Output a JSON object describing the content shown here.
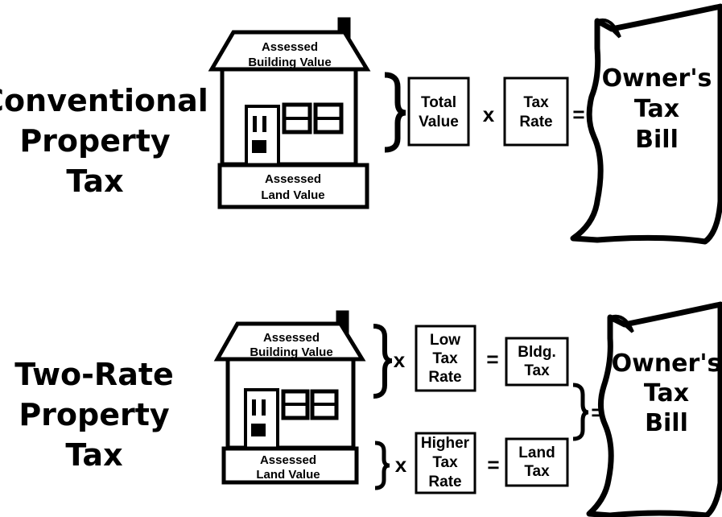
{
  "conventional": {
    "title_lines": [
      "Conventional",
      "Property",
      "Tax"
    ],
    "house_building_lines": [
      "Assessed",
      "Building Value"
    ],
    "house_land_lines": [
      "Assessed",
      "Land Value"
    ],
    "total_value_lines": [
      "Total",
      "Value"
    ],
    "times": "x",
    "tax_rate_lines": [
      "Tax",
      "Rate"
    ],
    "equals": "=",
    "bill_lines": [
      "Owner's",
      "Tax",
      "Bill"
    ]
  },
  "two_rate": {
    "title_lines": [
      "Two-Rate",
      "Property",
      "Tax"
    ],
    "house_building_lines": [
      "Assessed",
      "Building Value"
    ],
    "house_land_lines": [
      "Assessed",
      "Land Value"
    ],
    "times_top": "x",
    "low_rate_lines": [
      "Low",
      "Tax",
      "Rate"
    ],
    "equals_top": "=",
    "bldg_tax_lines": [
      "Bldg.",
      "Tax"
    ],
    "times_bottom": "x",
    "higher_rate_lines": [
      "Higher",
      "Tax",
      "Rate"
    ],
    "equals_bottom": "=",
    "land_tax_lines": [
      "Land",
      "Tax"
    ],
    "equals_bill": "=",
    "bill_lines": [
      "Owner's",
      "Tax",
      "Bill"
    ]
  }
}
